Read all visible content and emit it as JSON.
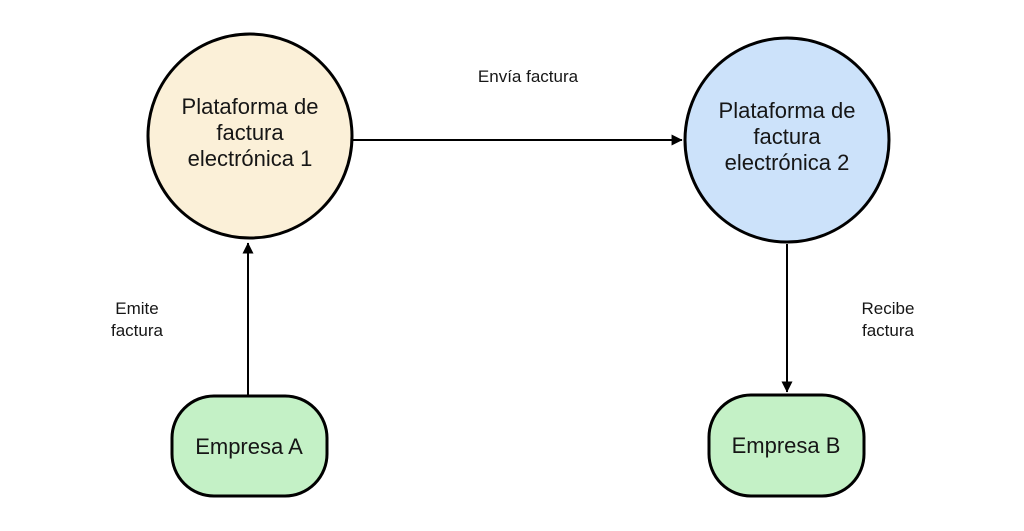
{
  "colors": {
    "background": "#ffffff",
    "outline": "#000000",
    "text": "#161616",
    "platform1_fill": "#FBF0D8",
    "platform2_fill": "#CCE2FA",
    "company_fill": "#C4F1C6"
  },
  "nodes": {
    "platform1": {
      "lines": [
        "Plataforma de",
        "factura",
        "electrónica 1"
      ]
    },
    "platform2": {
      "lines": [
        "Plataforma de",
        "factura",
        "electrónica 2"
      ]
    },
    "company_a": {
      "label": "Empresa A"
    },
    "company_b": {
      "label": "Empresa B"
    }
  },
  "edges": {
    "send": {
      "label": "Envía factura"
    },
    "emit": {
      "lines": [
        "Emite",
        "factura"
      ]
    },
    "receive": {
      "lines": [
        "Recibe",
        "factura"
      ]
    }
  }
}
